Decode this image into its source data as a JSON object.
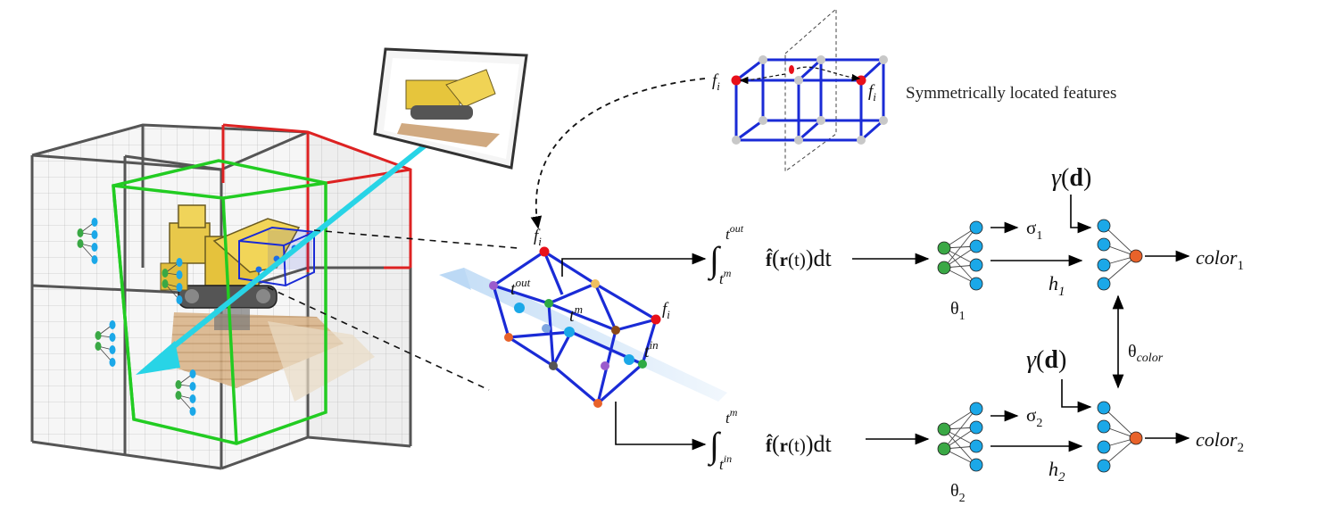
{
  "caption": {
    "symmetric": "Symmetrically located features"
  },
  "labels": {
    "fi": "f",
    "fi_sub": "i",
    "t_out": "t",
    "t_out_sup": "out",
    "t_m": "t",
    "t_m_sup": "m",
    "t_in": "t",
    "t_in_sup": "in"
  },
  "integral1": {
    "upper": "t",
    "upper_sup": "out",
    "lower": "t",
    "lower_sup": "m",
    "body_f": "f̂",
    "body_open": "(",
    "body_r": "r",
    "body_rest": "(t)",
    "body_close": ")dt"
  },
  "integral2": {
    "upper": "t",
    "upper_sup": "m",
    "lower": "t",
    "lower_sup": "in",
    "body_f": "f̂",
    "body_open": "(",
    "body_r": "r",
    "body_rest": "(t)",
    "body_close": ")dt"
  },
  "network1": {
    "theta": "θ",
    "theta_sub": "1",
    "sigma": "σ",
    "sigma_sub": "1",
    "h": "h",
    "h_sub": "1",
    "gamma": "γ",
    "gamma_arg": "d",
    "color": "color",
    "color_sub": "1"
  },
  "network2": {
    "theta": "θ",
    "theta_sub": "2",
    "sigma": "σ",
    "sigma_sub": "2",
    "h": "h",
    "h_sub": "2",
    "gamma": "γ",
    "gamma_arg": "d",
    "color": "color",
    "color_sub": "2"
  },
  "shared": {
    "theta": "θ",
    "theta_sub": "color"
  },
  "colors": {
    "grid_line": "#555555",
    "green_box": "#22cc22",
    "red_box": "#dd2222",
    "blue_box": "#1a2bd6",
    "node_blue": "#1ba8e8",
    "node_green": "#3aa845",
    "node_orange": "#e8622a",
    "ray_cyan": "#28d4e6",
    "feature_red": "#e8101a",
    "feature_gray": "#c8c8c8"
  }
}
